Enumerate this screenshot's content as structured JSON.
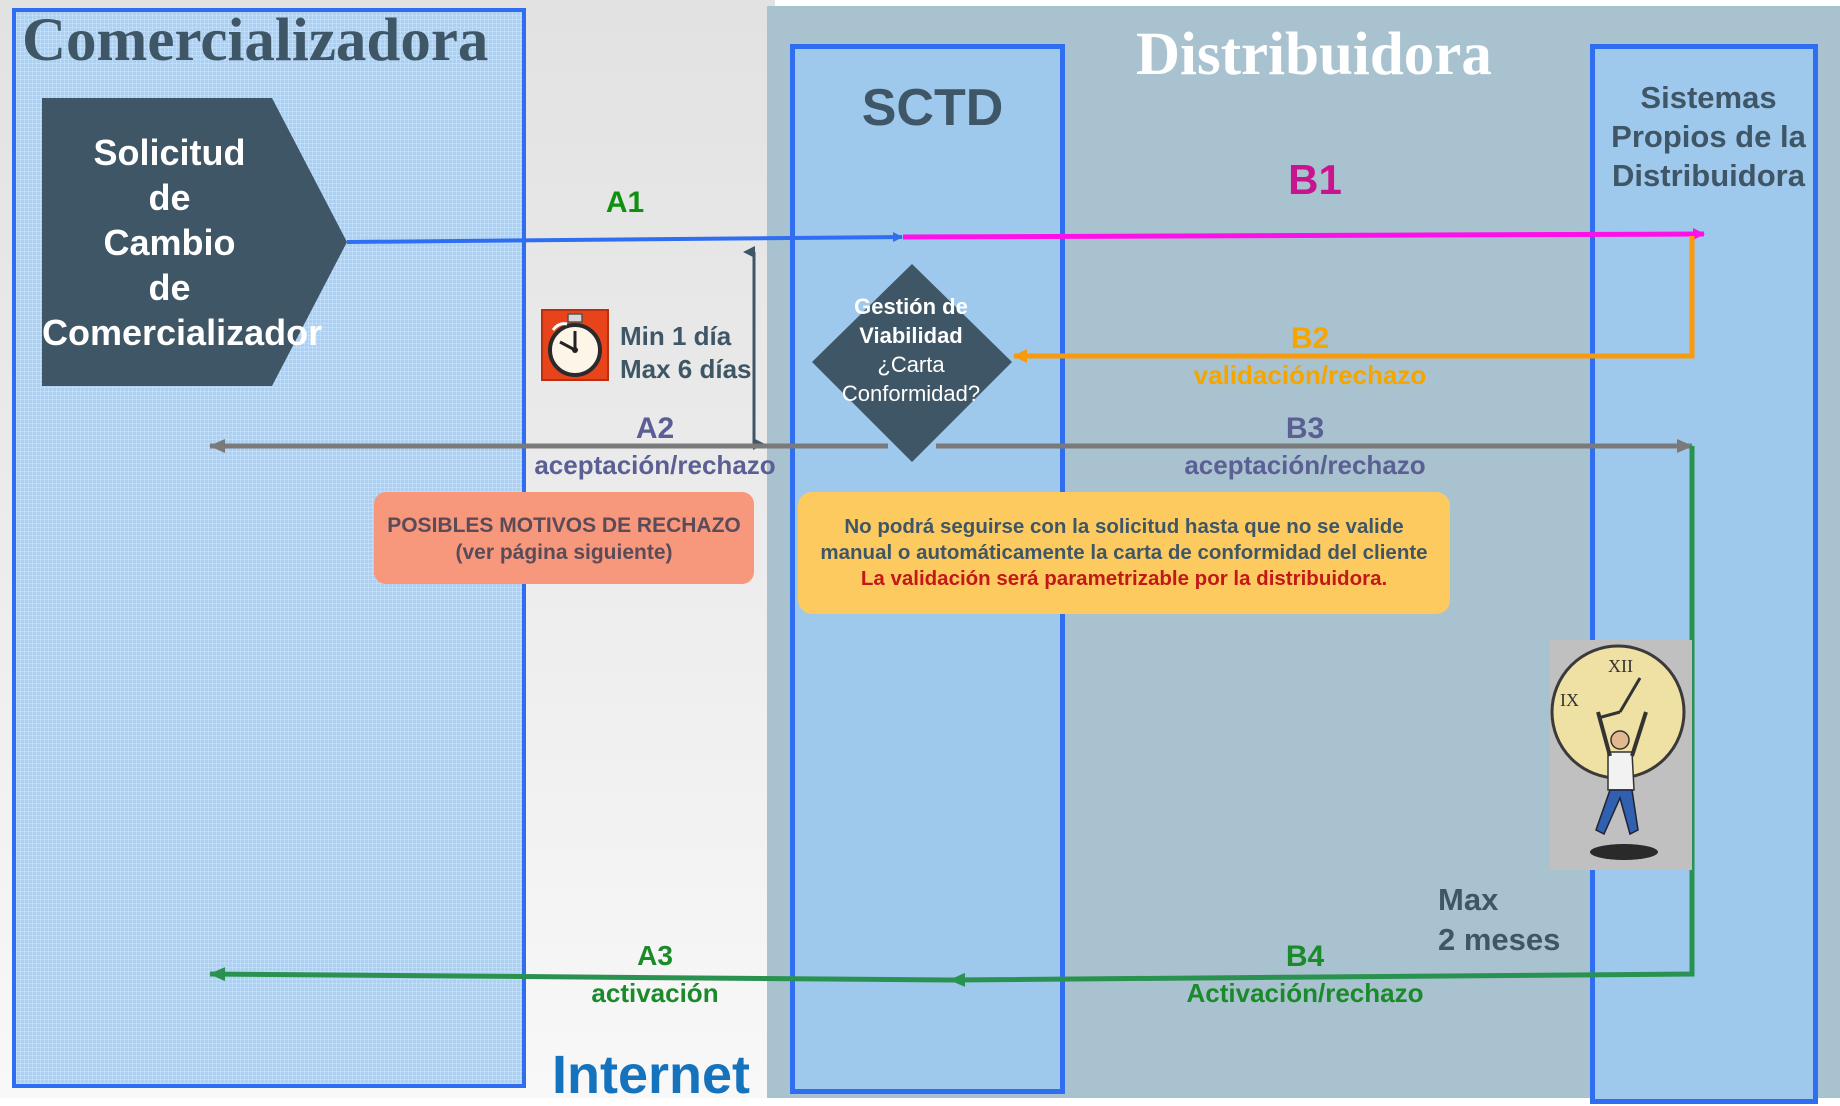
{
  "lanes": {
    "comercializadora": "Comercializadora",
    "distribuidora": "Distribuidora",
    "internet": "Internet",
    "sctd": "SCTD",
    "sistemas": [
      "Sistemas",
      "Propios de la",
      "Distribuidora"
    ]
  },
  "solicitud": [
    "Solicitud",
    "de",
    "Cambio",
    "de",
    "Comercializador"
  ],
  "gestion": {
    "line1": "Gestión de",
    "line2": "Viabilidad",
    "line3": "¿Carta",
    "line4": "Conformidad?"
  },
  "timer": {
    "min": "Min 1 día",
    "max": "Max 6 días"
  },
  "flows": {
    "a1": "A1",
    "b1": "B1",
    "b2": "B2",
    "b2_sub": "validación/rechazo",
    "a2": "A2",
    "a2_sub": "aceptación/rechazo",
    "b3": "B3",
    "b3_sub": "aceptación/rechazo",
    "a3": "A3",
    "a3_sub": "activación",
    "b4": "B4",
    "b4_sub": "Activación/rechazo"
  },
  "rechazo_box": {
    "line1": "POSIBLES MOTIVOS DE RECHAZO",
    "line2": "(ver página siguiente)"
  },
  "nota_box": {
    "line1": "No podrá seguirse con la solicitud hasta que no se valide",
    "line2": "manual o automáticamente la carta de conformidad del cliente",
    "line3": "La validación será parametrizable por la distribuidora."
  },
  "max_plazo": {
    "line1": "Max",
    "line2": "2 meses"
  },
  "colors": {
    "blue_border": "#2f6ef0",
    "magenta": "#ff10e8",
    "orange": "#f99a0c",
    "gray_arrow": "#7a7a7a",
    "green_arrow": "#2a9250",
    "dark_slate": "#3f5666"
  }
}
